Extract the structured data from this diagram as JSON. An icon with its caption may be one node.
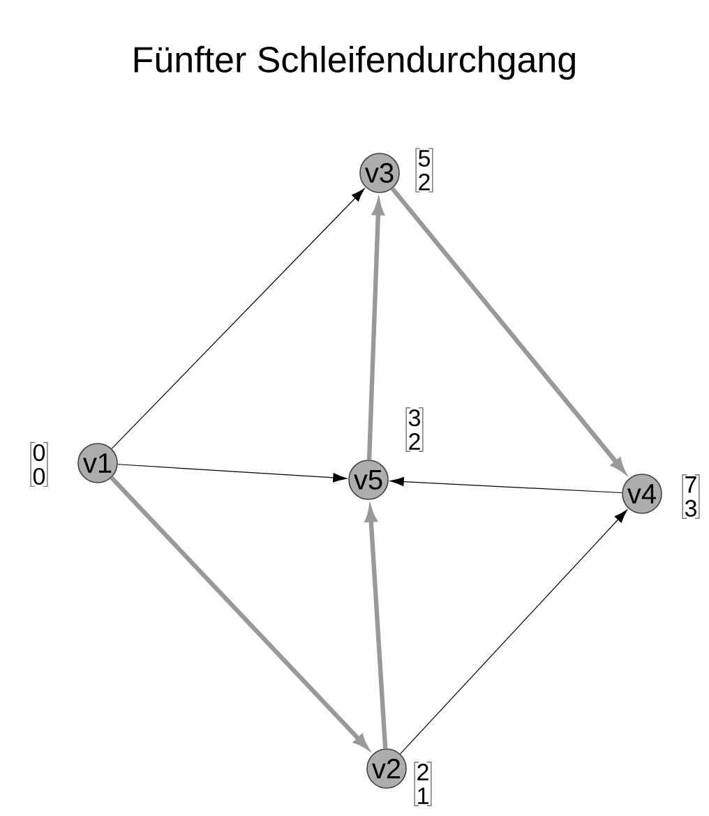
{
  "diagram": {
    "title": "Fünfter Schleifendurchgang",
    "nodes": [
      {
        "text": [
          "v1"
        ],
        "beside": [
          "0",
          "0"
        ]
      },
      {
        "text": [
          "v2"
        ],
        "beside": [
          "2",
          "1"
        ]
      },
      {
        "text": [
          "v3"
        ],
        "beside": [
          "5",
          "2"
        ]
      },
      {
        "text": [
          "v4"
        ],
        "beside": [
          "7",
          "3"
        ]
      },
      {
        "text": [
          "v5"
        ],
        "beside": [
          "3",
          "2"
        ]
      }
    ],
    "edges": [
      {
        "from": 0,
        "to": 2,
        "arrow": "to"
      },
      {
        "from": 0,
        "to": 4,
        "arrow": "to"
      },
      {
        "from": 0,
        "to": 1,
        "arrow": "to",
        "style": "thick",
        "color": "#999999"
      },
      {
        "from": 2,
        "to": 3,
        "arrow": "to",
        "style": "thick",
        "color": "#999999"
      },
      {
        "from": 4,
        "to": 2,
        "arrow": "to",
        "style": "thick",
        "color": "#999999"
      },
      {
        "from": 1,
        "to": 4,
        "arrow": "to",
        "style": "thick",
        "color": "#999999"
      },
      {
        "from": 1,
        "to": 3,
        "arrow": "to"
      },
      {
        "from": 3,
        "to": 4,
        "arrow": "to"
      }
    ]
  }
}
